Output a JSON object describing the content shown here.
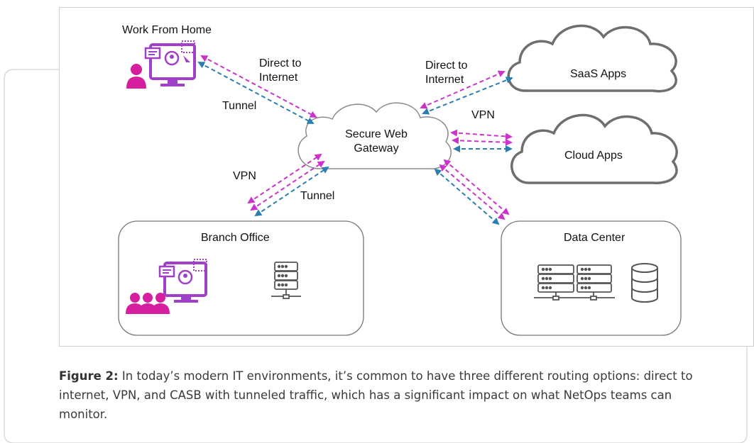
{
  "diagram": {
    "nodes": {
      "work_from_home": "Work From Home",
      "secure_web_gateway": "Secure Web\nGateway",
      "saas_apps": "SaaS Apps",
      "cloud_apps": "Cloud Apps",
      "branch_office": "Branch Office",
      "data_center": "Data Center"
    },
    "edge_labels": {
      "wfh_direct": "Direct to\nInternet",
      "wfh_tunnel": "Tunnel",
      "saas_direct": "Direct to\nInternet",
      "cloud_vpn": "VPN",
      "branch_vpn": "VPN",
      "branch_tunnel": "Tunnel"
    },
    "colors": {
      "magenta": "#cc33cc",
      "blue": "#2a7fb0",
      "user_magenta": "#d61f9e",
      "monitor_purple": "#a040c8"
    }
  },
  "caption": {
    "label": "Figure 2:",
    "text": " In today’s modern IT environments, it’s common to have three different routing options: direct to internet, VPN, and CASB with tunneled traffic, which has a significant impact on what NetOps teams can monitor."
  }
}
